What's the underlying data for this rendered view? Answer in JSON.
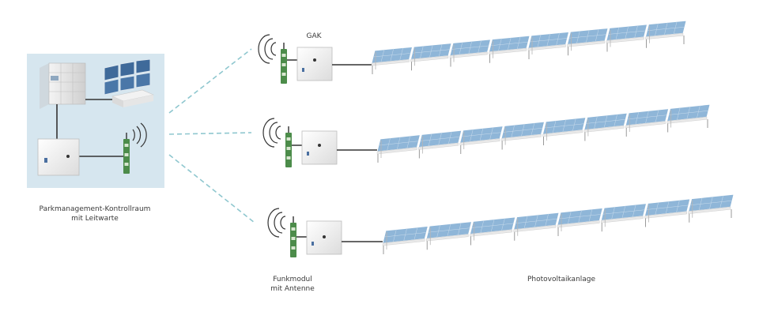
{
  "labels": {
    "control_room": "Parkmanagement-Kontrollraum",
    "control_room_sub": "mit Leitwarte",
    "gak": "GAK",
    "radio_module": "Funkmodul",
    "radio_module_sub": "mit Antenne",
    "pv_plant": "Photovoltaikanlage"
  },
  "colors": {
    "control_bg": "#d6e6ef",
    "panel_blue": "#8fb6d8",
    "panel_dark": "#6f9ac4",
    "dashed_link": "#8fc7cf",
    "module_green": "#4c8c4a",
    "cable": "#333333"
  },
  "pv_rows": [
    {
      "name": "pv-row-1",
      "panels": 8
    },
    {
      "name": "pv-row-2",
      "panels": 8
    },
    {
      "name": "pv-row-3",
      "panels": 8
    }
  ]
}
